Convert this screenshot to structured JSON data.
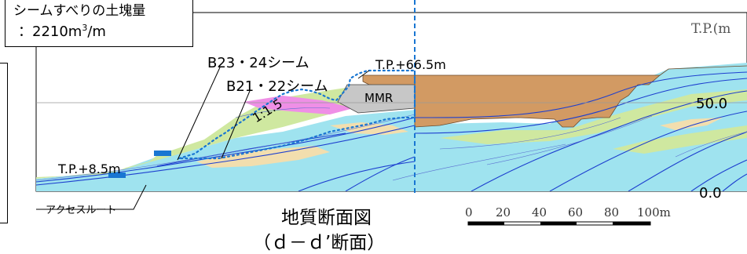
{
  "callout": {
    "line1": "シームすべりの土塊量",
    "line2_prefix": "：2210m",
    "line2_sup": "3",
    "line2_suffix": "/m"
  },
  "labels": {
    "tp_axis": "T.P.(m",
    "tp_top": "T.P.+66.5m",
    "tp_low": "T.P.+8.5m",
    "seam_b2324": "B23・24シーム",
    "seam_b2122": "B21・22シーム",
    "mmr": "MMR",
    "slope": "1:1.5",
    "access_route": "アクセスルート",
    "elev_50": "50.0",
    "elev_0": "0.0",
    "title": "地質断面図",
    "subtitle": "（ｄ－ｄ’断面）"
  },
  "scale": {
    "ticks": [
      "0",
      "20",
      "40",
      "60",
      "80",
      "100m"
    ]
  },
  "colors": {
    "seawater_blue": "#9fe3ef",
    "fill_tan": "#d29a63",
    "seam_green": "#cfe8a0",
    "seam_pink": "#ef8fe6",
    "seam_beige": "#f2deae",
    "mmr_gray": "#c7c7c7",
    "dotted_blue": "#1976d2",
    "dark_blue_line": "#1d3fcf"
  }
}
